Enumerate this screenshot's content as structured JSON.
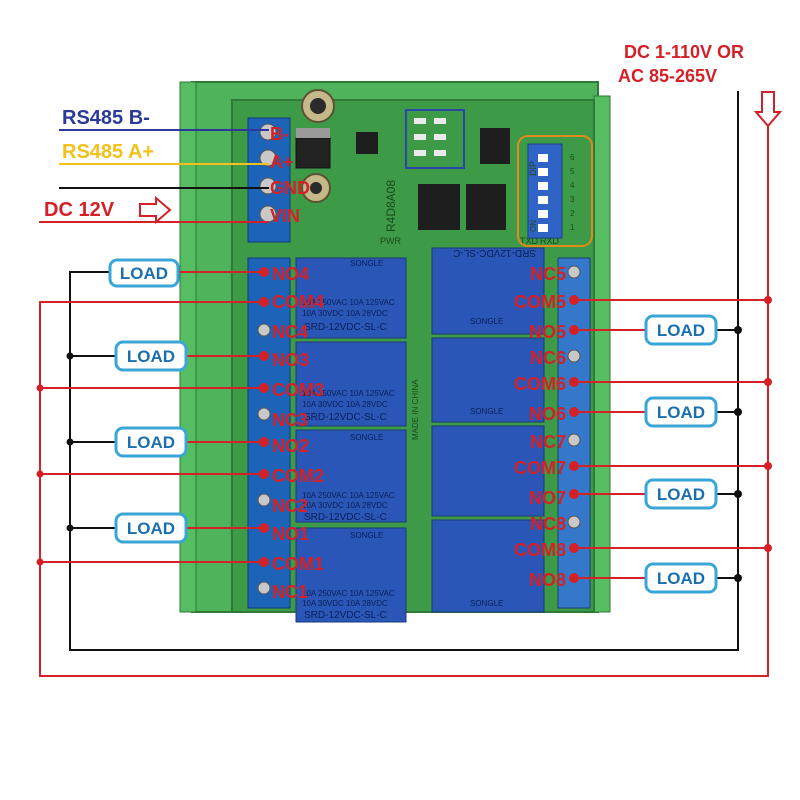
{
  "supply": {
    "line1": "DC 1-110V OR",
    "line2": "AC 85-265V"
  },
  "power_inputs": [
    {
      "label": "RS485 B-",
      "color": "#2b3a9a"
    },
    {
      "label": "RS485 A+",
      "color": "#f2c21a"
    },
    {
      "label": "DC 12V",
      "color": "#d42027"
    }
  ],
  "terminal_labels": {
    "top": [
      "B-",
      "A+",
      "GND",
      "VIN"
    ],
    "left": [
      "NO4",
      "COM4",
      "NC4",
      "NO3",
      "COM3",
      "NC3",
      "NO2",
      "COM2",
      "NC2",
      "NO1",
      "COM1",
      "NC1"
    ],
    "right": [
      "NC5",
      "COM5",
      "NO5",
      "NC6",
      "COM6",
      "NO6",
      "NC7",
      "COM7",
      "NO7",
      "NC8",
      "COM8",
      "NO8"
    ]
  },
  "load_label": "LOAD",
  "board": {
    "model": "R4D8A08",
    "dip_text": "DIP",
    "dip_on": "ON",
    "dip_numbers": [
      "1",
      "2",
      "3",
      "4",
      "5",
      "6"
    ],
    "made_in": "MADE IN CHINA",
    "relay_brand": "SONGLE",
    "relay_rating1": "10A 250VAC  10A 125VAC",
    "relay_rating2": "10A 30VDC   10A 28VDC",
    "relay_model": "SRD-12VDC-SL-C",
    "led_labels": [
      "TXD",
      "RXD",
      "PWR"
    ]
  },
  "colors": {
    "wire_red": "#d42027",
    "wire_black": "#111111",
    "load_border": "#3aa6d8",
    "load_text": "#1b6fb0",
    "board_green": "#3d9a47",
    "rail_green": "#4fb35b",
    "terminal_blue": "#1d63b8",
    "relay_blue": "#2a57b7"
  }
}
